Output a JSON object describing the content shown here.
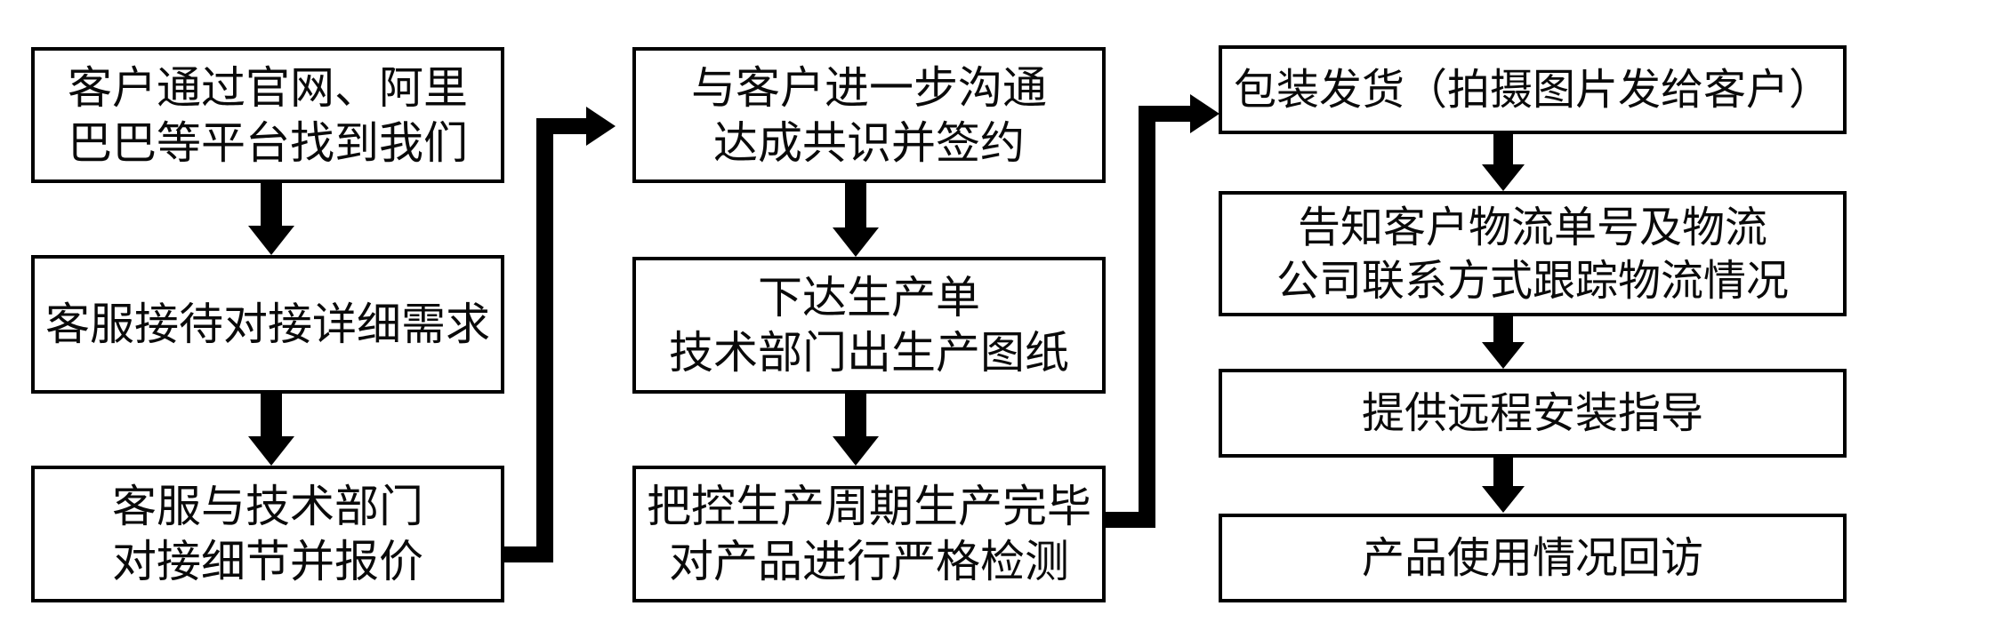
{
  "flow": {
    "colors": {
      "background": "#ffffff",
      "box_fill": "#ffffff",
      "box_border": "#000000",
      "arrow": "#000000",
      "text": "#0a0a0a"
    },
    "columns": [
      {
        "steps": [
          {
            "id": "customer-finds-us",
            "lines": [
              "客户通过官网、阿里",
              "巴巴等平台找到我们"
            ]
          },
          {
            "id": "service-receives-requirements",
            "lines": [
              "客服接待对接详细需求"
            ]
          },
          {
            "id": "service-tech-quote",
            "lines": [
              "客服与技术部门",
              "对接细节并报价"
            ]
          }
        ]
      },
      {
        "steps": [
          {
            "id": "communicate-sign-contract",
            "lines": [
              "与客户进一步沟通",
              "达成共识并签约"
            ]
          },
          {
            "id": "production-order-drawings",
            "lines": [
              "下达生产单",
              "技术部门出生产图纸"
            ]
          },
          {
            "id": "production-quality-check",
            "lines": [
              "把控生产周期生产完毕",
              "对产品进行严格检测"
            ]
          }
        ]
      },
      {
        "steps": [
          {
            "id": "packaging-shipping",
            "lines": [
              "包装发货（拍摄图片发给客户）"
            ]
          },
          {
            "id": "logistics-tracking-info",
            "lines": [
              "告知客户物流单号及物流",
              "公司联系方式跟踪物流情况"
            ]
          },
          {
            "id": "remote-install-guidance",
            "lines": [
              "提供远程安装指导"
            ]
          },
          {
            "id": "product-usage-followup",
            "lines": [
              "产品使用情况回访"
            ]
          }
        ]
      }
    ]
  }
}
